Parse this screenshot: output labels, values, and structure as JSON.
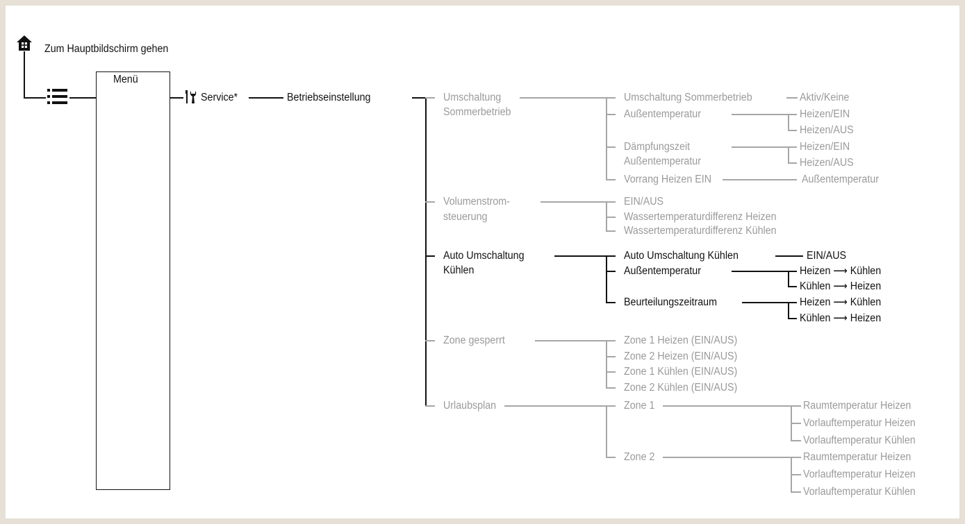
{
  "home": {
    "icon": "home-icon",
    "label": "Zum Hauptbildschirm gehen"
  },
  "menu": {
    "icon": "menu-list-icon",
    "label": "Menü"
  },
  "service": {
    "icon": "wrench-screwdriver-icon",
    "label": "Service*"
  },
  "betrieb": {
    "label": "Betriebseinstellung"
  },
  "groups": {
    "sommer": {
      "label": [
        "Umschaltung",
        "Sommerbetrieb"
      ],
      "items": [
        "Umschaltung Sommerbetrieb",
        "Außentemperatur",
        "Dämpfungszeit",
        "Außentemperatur",
        "Vorrang Heizen EIN"
      ],
      "leaves": [
        "Aktiv/Keine",
        "Heizen/EIN",
        "Heizen/AUS",
        "Heizen/EIN",
        "Heizen/AUS",
        "Außentemperatur"
      ]
    },
    "volumen": {
      "label": [
        "Volumenstrom-",
        "steuerung"
      ],
      "items": [
        "EIN/AUS",
        "Wassertemperaturdifferenz Heizen",
        "Wassertemperaturdifferenz Kühlen"
      ]
    },
    "auto": {
      "label": [
        "Auto Umschaltung",
        "Kühlen"
      ],
      "items": [
        "Auto Umschaltung Kühlen",
        "Außentemperatur",
        "Beurteilungszeitraum"
      ],
      "leaves": [
        "EIN/AUS",
        "Heizen ⟶ Kühlen",
        "Kühlen ⟶ Heizen",
        "Heizen ⟶ Kühlen",
        "Kühlen ⟶ Heizen"
      ]
    },
    "zone": {
      "label": "Zone gesperrt",
      "items": [
        "Zone 1 Heizen (EIN/AUS)",
        "Zone 2 Heizen (EIN/AUS)",
        "Zone 1 Kühlen (EIN/AUS)",
        "Zone 2 Kühlen (EIN/AUS)"
      ]
    },
    "urlaub": {
      "label": "Urlaubsplan",
      "items": [
        "Zone 1",
        "Zone 2"
      ],
      "leaves": [
        "Raumtemperatur Heizen",
        "Vorlauftemperatur Heizen",
        "Vorlauftemperatur Kühlen",
        "Raumtemperatur Heizen",
        "Vorlauftemperatur Heizen",
        "Vorlauftemperatur Kühlen"
      ]
    }
  }
}
